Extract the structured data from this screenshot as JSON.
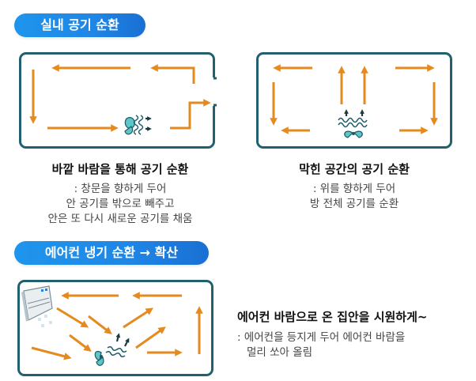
{
  "section1": {
    "title": "실내 공기 순환",
    "left": {
      "heading": "바깥 바람을 통해 공기 순환",
      "lines": [
        ": 창문을 향하게 두어",
        "안 공기를 밖으로 빼주고",
        "안은 또 다시 새로운 공기를 채움"
      ]
    },
    "right": {
      "heading": "막힌 공간의 공기 순환",
      "lines": [
        ": 위를 향하게 두어",
        "방 전체 공기를 순환"
      ]
    }
  },
  "section2": {
    "title": "에어컨 냉기 순환 → 확산",
    "heading": "에어컨 바람으로 온 집안을 시원하게~",
    "lines": [
      ": 에어컨을 등지게 두어 에어컨 바람을",
      "멀리 쏘아 올림"
    ]
  },
  "colors": {
    "arrow": "#e58a1f",
    "frame": "#21606f",
    "pill": "#1f86e6",
    "fan": "#1b5a66",
    "accent": "#5ec6c6"
  }
}
